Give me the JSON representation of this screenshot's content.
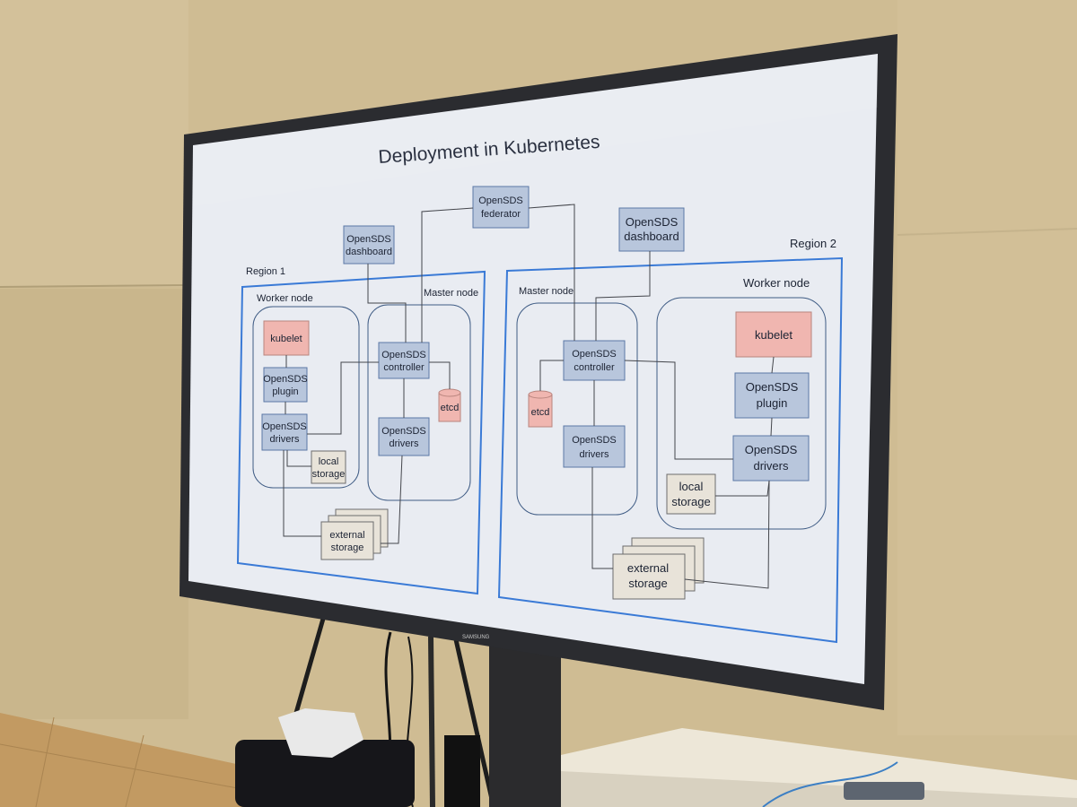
{
  "slide": {
    "title": "Deployment in Kubernetes",
    "federator": [
      "OpenSDS",
      "federator"
    ],
    "region1": {
      "label": "Region 1",
      "dashboard": [
        "OpenSDS",
        "dashboard"
      ],
      "worker_label": "Worker node",
      "master_label": "Master node",
      "kubelet": "kubelet",
      "plugin": [
        "OpenSDS",
        "plugin"
      ],
      "worker_drivers": [
        "OpenSDS",
        "drivers"
      ],
      "local_storage": [
        "local",
        "storage"
      ],
      "controller": [
        "OpenSDS",
        "controller"
      ],
      "etcd": "etcd",
      "master_drivers": [
        "OpenSDS",
        "drivers"
      ],
      "external_storage": [
        "external",
        "storage"
      ]
    },
    "region2": {
      "label": "Region 2",
      "dashboard": [
        "OpenSDS",
        "dashboard"
      ],
      "master_label": "Master node",
      "worker_label": "Worker node",
      "controller": [
        "OpenSDS",
        "controller"
      ],
      "etcd": "etcd",
      "master_drivers": [
        "OpenSDS",
        "drivers"
      ],
      "kubelet": "kubelet",
      "plugin": [
        "OpenSDS",
        "plugin"
      ],
      "worker_drivers": [
        "OpenSDS",
        "drivers"
      ],
      "local_storage": [
        "local",
        "storage"
      ],
      "external_storage": [
        "external",
        "storage"
      ]
    }
  },
  "monitor": {
    "brand": "SAMSUNG"
  }
}
